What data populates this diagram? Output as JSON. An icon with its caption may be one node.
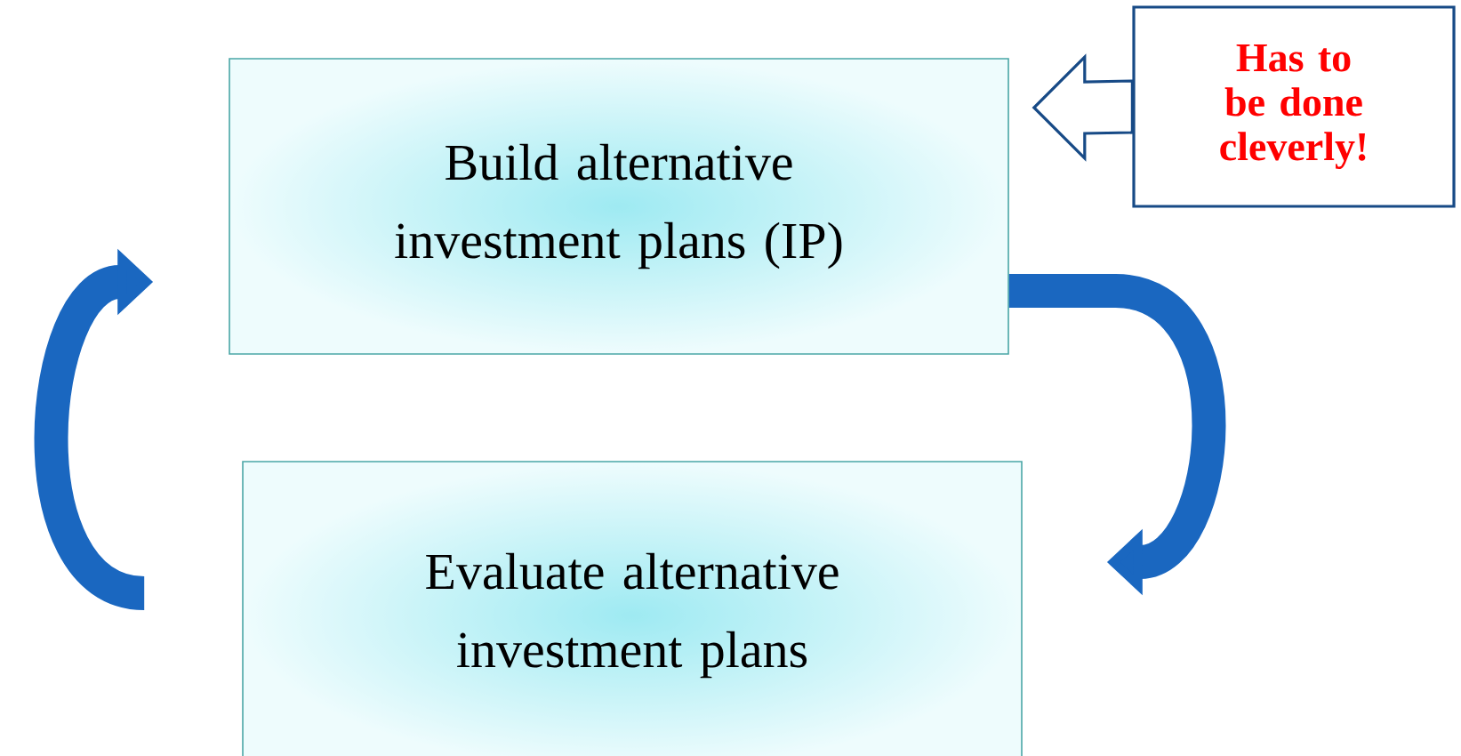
{
  "diagram": {
    "nodes": [
      {
        "text": [
          "Build alternative investment plans (IP)"
        ]
      },
      {
        "text": [
          "Evaluate alternative investment plans"
        ]
      },
      {
        "text": [
          "Has to be done cleverly!"
        ]
      }
    ],
    "edges": [
      {
        "from": 0,
        "to": 1,
        "arrow": "to"
      },
      {
        "from": 1,
        "to": 0,
        "arrow": "to"
      },
      {
        "from": 2,
        "to": 0,
        "arrow": "to"
      }
    ]
  }
}
